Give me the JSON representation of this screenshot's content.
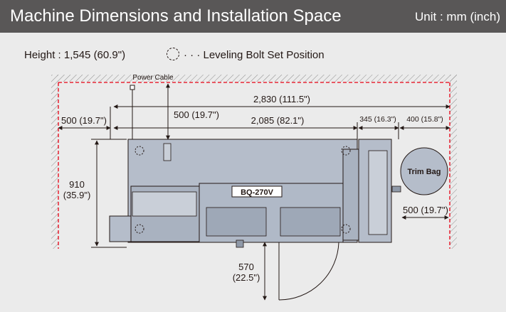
{
  "header": {
    "title": "Machine Dimensions and Installation Space",
    "unit": "Unit : mm (inch)"
  },
  "height_note": "Height : 1,545 (60.9\")",
  "legend": {
    "text": "· · ·  Leveling Bolt Set Position",
    "icon": "dashed-circle-icon"
  },
  "labels": {
    "power_cable": "Power Cable",
    "model": "BQ-270V",
    "trim_bag": "Trim Bag"
  },
  "dimensions": {
    "overall_width": "2,830 (111.5\")",
    "left_clearance": "500 (19.7\")",
    "rear_clearance": "500 (19.7\")",
    "machine_width": "2,085 (82.1\")",
    "stacker_width": "345 (16.3\")",
    "trimbag_width": "400 (15.8\")",
    "depth_mm": "910",
    "depth_in": "(35.9\")",
    "right_clearance": "500 (19.7\")",
    "door_mm": "570",
    "door_in": "(22.5\")"
  },
  "colors": {
    "header_bg": "#595757",
    "panel_bg": "#ebebeb",
    "wall_red": "#e60012",
    "machine_fill": "#b5bdca",
    "text": "#231815"
  }
}
